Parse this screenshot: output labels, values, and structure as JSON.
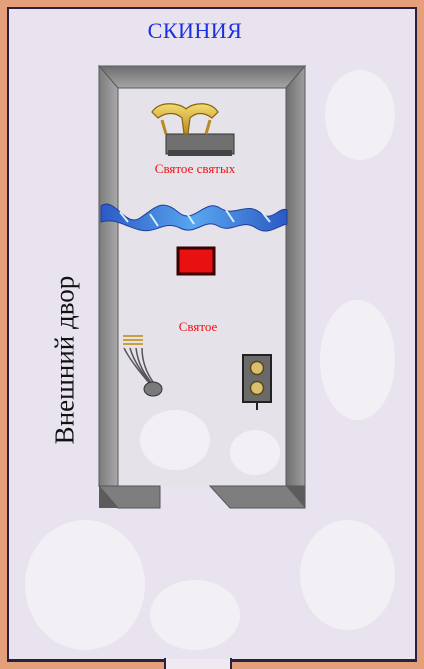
{
  "title": "СКИНИЯ",
  "labels": {
    "outer_court": "Внешний двор",
    "holy_of_holies": "Святое святых",
    "holy_place": "Святое"
  },
  "colors": {
    "title": "#1a2fe0",
    "room_labels": "#ee1010",
    "outer_border": "#e4a07a",
    "inner_border": "#2a2040",
    "walls": "#9a9a9a",
    "veil": "#3a7ad8",
    "altar_of_incense": "#e81010",
    "ark": "#6a6a6a"
  },
  "icons": {
    "ark": "ark-of-covenant-icon",
    "veil": "veil-icon",
    "altar": "altar-of-incense-icon",
    "lampstand": "lampstand-icon",
    "showbread_table": "showbread-table-icon"
  }
}
